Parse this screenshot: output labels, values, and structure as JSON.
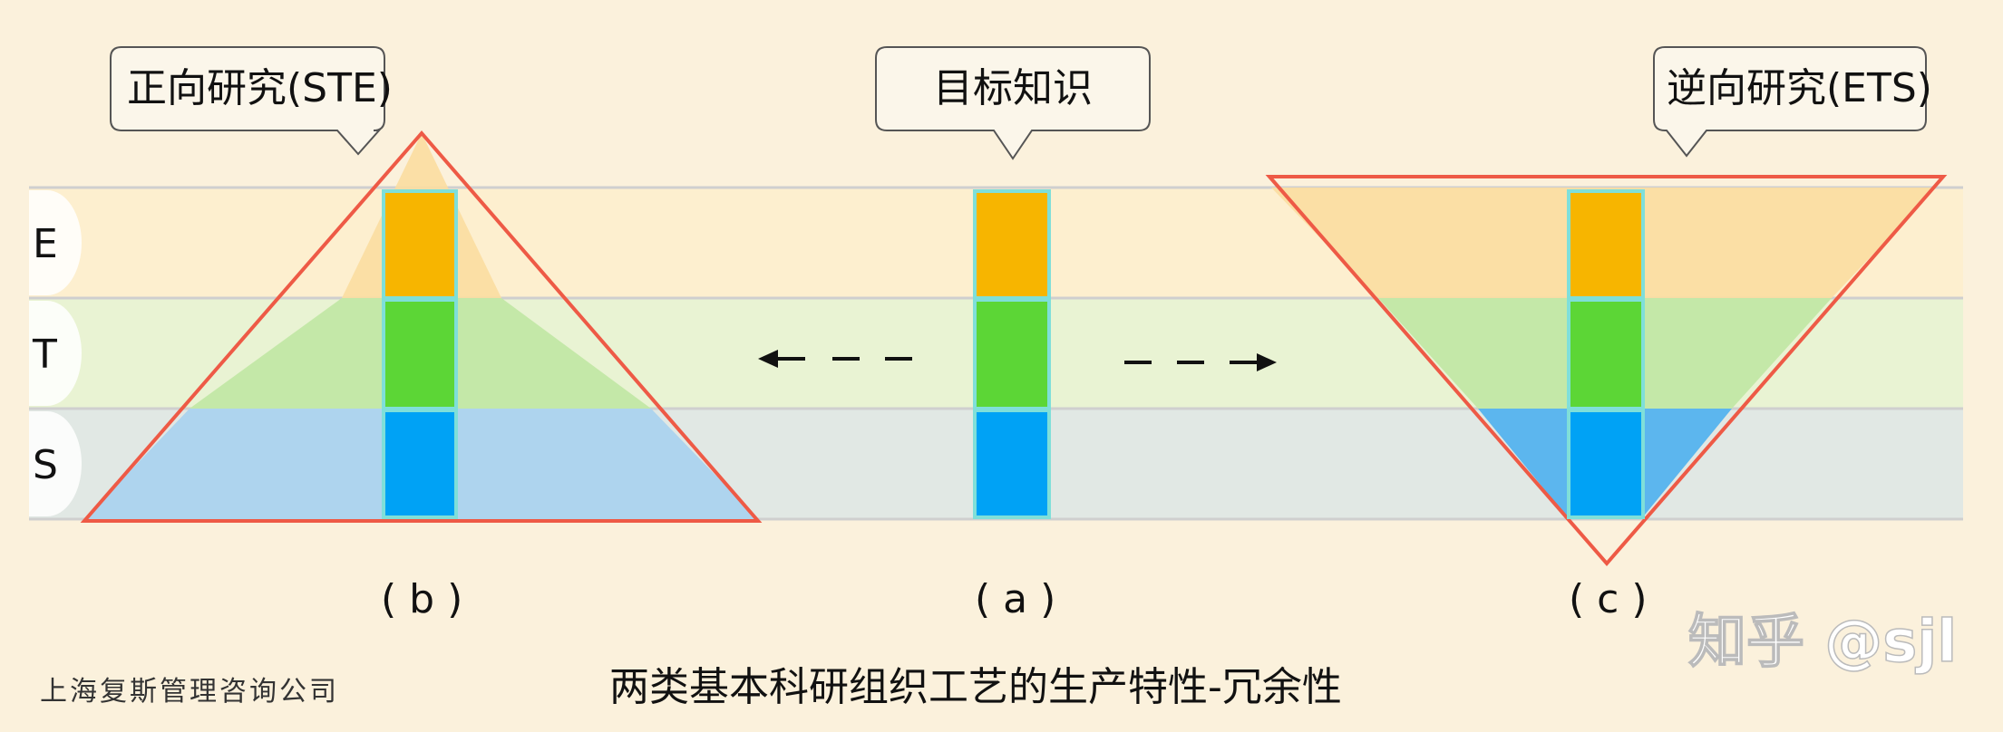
{
  "callouts": {
    "forward": "正向研究(STE)",
    "target": "目标知识",
    "reverse": "逆向研究(ETS)"
  },
  "bands": [
    "E",
    "T",
    "S"
  ],
  "sub_labels": {
    "b": "(b)",
    "a": "(a)",
    "c": "(c)"
  },
  "caption": "两类基本科研组织工艺的生产特性-冗余性",
  "company": "上海复斯管理咨询公司",
  "watermark": "知乎 @sjl",
  "colors": {
    "background": "#fbf1dc",
    "band_e": "#fdefcf",
    "band_t": "#e9f3d3",
    "band_s": "#e1e8e4",
    "block_e": "#f7b500",
    "block_t": "#5cd636",
    "block_s": "#00a2f5",
    "triangle_stroke": "#ee5a46"
  }
}
